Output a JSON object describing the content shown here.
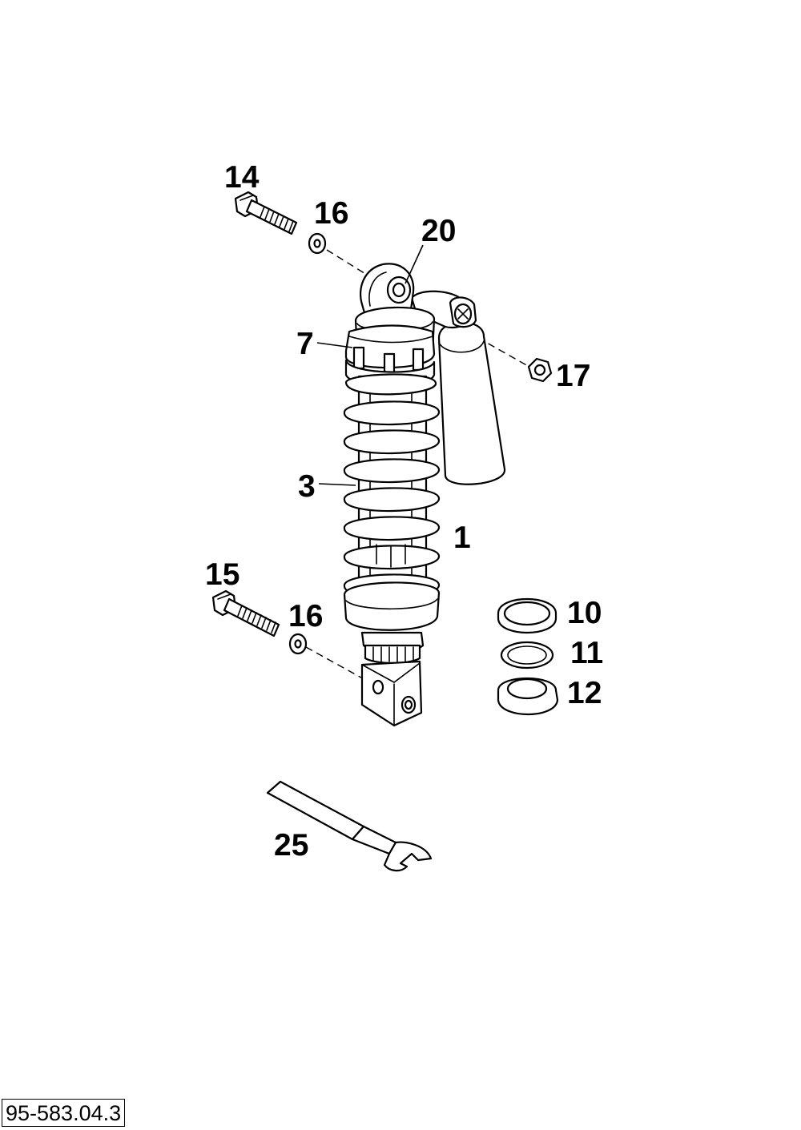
{
  "callouts": [
    {
      "id": "14",
      "label": "14"
    },
    {
      "id": "16a",
      "label": "16"
    },
    {
      "id": "20",
      "label": "20"
    },
    {
      "id": "7",
      "label": "7"
    },
    {
      "id": "17",
      "label": "17"
    },
    {
      "id": "3",
      "label": "3"
    },
    {
      "id": "1",
      "label": "1"
    },
    {
      "id": "15",
      "label": "15"
    },
    {
      "id": "16b",
      "label": "16"
    },
    {
      "id": "10",
      "label": "10"
    },
    {
      "id": "11",
      "label": "11"
    },
    {
      "id": "12",
      "label": "12"
    },
    {
      "id": "25",
      "label": "25"
    }
  ],
  "reference_code": "95-583.04.3",
  "colors": {
    "line": "#000000",
    "background": "#ffffff"
  }
}
